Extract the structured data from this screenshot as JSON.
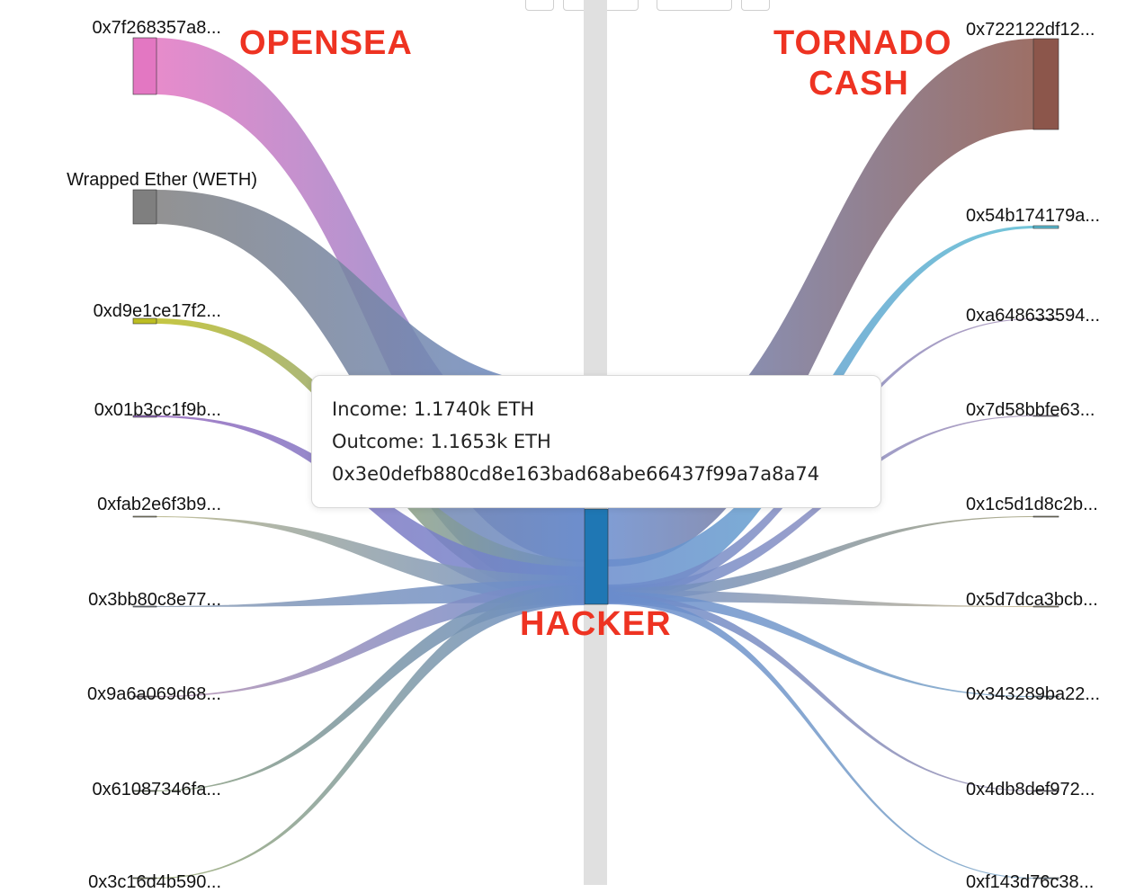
{
  "diagram": {
    "callouts": {
      "opensea": "OPENSEA",
      "tornado": "TORNADO\nCASH",
      "hacker": "HACKER"
    },
    "left_nodes": [
      {
        "label": "0x7f268357a8...",
        "color": "#e377c2"
      },
      {
        "label": "Wrapped Ether (WETH)",
        "color": "#7f7f7f"
      },
      {
        "label": "0xd9e1ce17f2...",
        "color": "#bcbd22"
      },
      {
        "label": "0x01b3cc1f9b...",
        "color": "#9467bd"
      },
      {
        "label": "0xfab2e6f3b9...",
        "color": "#b7b486"
      },
      {
        "label": "0x3bb80c8e77...",
        "color": "#8a9bb0"
      },
      {
        "label": "0x9a6a069d68...",
        "color": "#b58fb0"
      },
      {
        "label": "0x61087346fa...",
        "color": "#8b9e78"
      },
      {
        "label": "0x3c16d4b590...",
        "color": "#9aaa70"
      }
    ],
    "right_nodes": [
      {
        "label": "0x722122df12...",
        "color": "#8c564b"
      },
      {
        "label": "0x54b174179a...",
        "color": "#5bbcd3"
      },
      {
        "label": "0xa648633594...",
        "color": "#a58eb6"
      },
      {
        "label": "0x7d58bbfe63...",
        "color": "#a58eb6"
      },
      {
        "label": "0x1c5d1d8c2b...",
        "color": "#a3a07a"
      },
      {
        "label": "0x5d7dca3bcb...",
        "color": "#c5b48a"
      },
      {
        "label": "0x343289ba22...",
        "color": "#7ca6c6"
      },
      {
        "label": "0x4db8def972...",
        "color": "#9a8fb0"
      },
      {
        "label": "0xf143d76c38...",
        "color": "#7ca6c6"
      }
    ],
    "center_node": {
      "color": "#1f77b4"
    },
    "tooltip": {
      "income": "Income: 1.1740k ETH",
      "outcome": "Outcome: 1.1653k ETH",
      "address": "0x3e0defb880cd8e163bad68abe66437f99a7a8a74"
    }
  }
}
